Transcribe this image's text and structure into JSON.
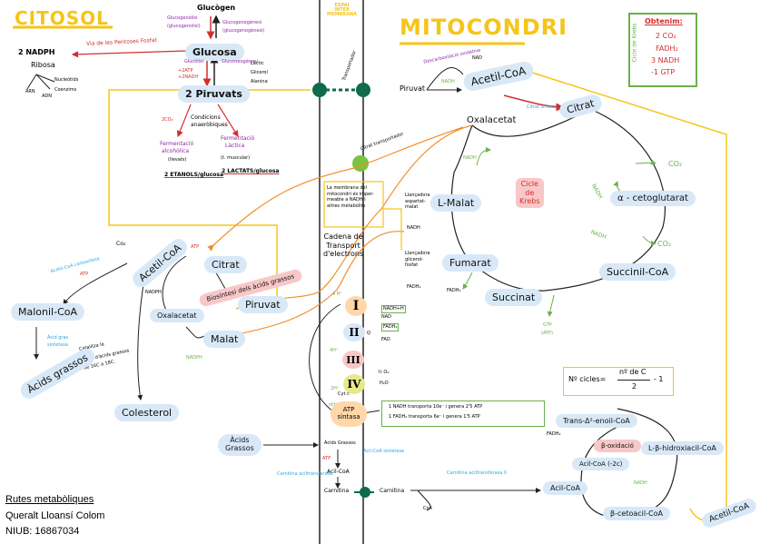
{
  "titles": {
    "citosol": "CITOSOL",
    "mitocondri": "MITOCONDRI"
  },
  "membrane": {
    "espai_line1": "ESPAI",
    "espai_line2": "INTER",
    "espai_line3": "MEMBRANA"
  },
  "citosol": {
    "glucogen": "Glucògen",
    "glucogenolisi": "Glucogenòlisi",
    "glucogenolisi_sub": "(glucogenolisi)",
    "glucogenogenesi": "Glucogenogènesi",
    "glucogenogenesi_sub": "(glucogenogènesi)",
    "glucosa": "Glucosa",
    "nadph_label": "2 NADPH",
    "ribosa": "Ribosa",
    "via_pentoses": "Via de les Pentoses Fosfat",
    "nucleotids": "Nucleòtids",
    "coenzims": "Coenzims",
    "arn": "ARN",
    "adn": "ADN",
    "glucolisi": "Glucòlisi",
    "gluconeogenesi": "Gluconeogènesi",
    "lactic": "Làctic",
    "glicerol": "Glicerol",
    "alanina": "Alanina",
    "glucolisi_atp": "+2ATP",
    "glucolisi_nadh": "+2NADH",
    "piruvats": "2 Piruvats",
    "condicions": "Condicions",
    "anaerobiques": "anaeròbiques",
    "co2": "2CO₂",
    "fermentacio_alc": "Fermentació",
    "fermentacio_alc2": "alcohòlica",
    "llevats": "(llevats)",
    "fermentacio_lac": "Fermentació",
    "fermentacio_lac2": "Làctica",
    "musculs": "(t. muscular)",
    "etanols": "2 ETANOLS/glucosa",
    "lactats": "2 LACTATS/glucosa",
    "acetil_coa": "Acetil-CoA",
    "co2_small": "Co₂",
    "acetil_carboxilasa": "Acetil-CoA carboxilasa",
    "atp": "ATP",
    "malonil": "Malonil-CoA",
    "nadph": "NADPH",
    "citrat": "Citrat",
    "biosintesi": "Biosíntesi dels àcids grassos",
    "oxalacetat": "Oxalacetat",
    "piruvat": "Piruvat",
    "malat": "Malat",
    "nadph2": "NADPH",
    "acid_gras_sint": "Àcid gras",
    "acid_gras_sint2": "sintetasa",
    "catalitza1": "Catalitza la",
    "catalitza2": "síntesi d'àcids grassos",
    "catalitza3": "de 16C a 18C.",
    "acids_grassos": "Àcids grassos",
    "colesterol": "Colesterol",
    "acids_grassos_left": "Àcids",
    "acids_grassos_left2": "Grassos"
  },
  "transport": {
    "piruvat_in": "Piruvat",
    "carrier": "Transportador",
    "citrat_carrier": "Citrat transportador",
    "membrane_note1": "La membrana del",
    "membrane_note2": "mitocondri és imper-",
    "membrane_note3": "meable a NADH i",
    "membrane_note4": "altres metabòlits",
    "lanadora1": "Llançadora",
    "lanadora2": "aspartat-",
    "lanadora3": "malat",
    "nadh_box": "NADH",
    "lanadora4": "Llançadora",
    "lanadora5": "glicerol-",
    "lanadora6": "fosfat",
    "fadh_box": "FADH₂",
    "cadena1": "Cadena de",
    "cadena2": "Transport",
    "cadena3": "d'electrons"
  },
  "etc": {
    "h_labels": [
      "4 H⁺",
      "4H⁺",
      "2H⁺",
      "nH⁺"
    ],
    "complexes": [
      "I",
      "II",
      "III",
      "IV"
    ],
    "nadh_h": "NADH+H",
    "nad": "NAD",
    "fadh2": "FADH₂",
    "fad": "FAD",
    "q": "Q",
    "cyt": "Cyt c",
    "o2": "½ O₂",
    "h2o": "H₂O",
    "atp_sint1": "ATP",
    "atp_sint2": "sintasa",
    "yield1": "1 NADH transporta 10e⁻ i genera 2'5 ATP",
    "yield2": "1 FADH₂ transporta 6e⁻ i genera 1'5 ATP"
  },
  "mito": {
    "descarboxilacio": "Descarboxilació oxidativa",
    "nad": "NAD",
    "nadh": "NADH",
    "acetil_coa": "Acetil-CoA",
    "citrat_sintasa": "Citrat sintasa",
    "citrat": "Citrat",
    "oxalacetat": "Oxalacetat",
    "nadh1": "NADH",
    "cicle1": "Cicle",
    "cicle2": "de",
    "cicle3": "Krebs",
    "co2_1": "CO₂",
    "nadh2": "NADH",
    "alfa": "α - cetoglutarat",
    "nadh3": "NADH",
    "co2_2": "CO₂",
    "l_malat": "L-Malat",
    "fumarat": "Fumarat",
    "succinil": "Succinil-CoA",
    "fadh2": "FADH₂",
    "succinat": "Succinat",
    "gtp": "GTP",
    "gtp_atp": "(ATP)"
  },
  "obtenim": {
    "side": "Cicle de Krebs",
    "title": "Obtenim:",
    "l1": "2 CO₂",
    "l2": "FADH₂",
    "l3": "3 NADH",
    "l4": "-1 GTP"
  },
  "beta": {
    "formula_lhs": "Nº cicles=",
    "formula_num": "nº de C",
    "formula_den": "2",
    "formula_rhs": "- 1",
    "acids_grassos": "Àcids Grassos",
    "atp": "ATP",
    "acil_coa_sint": "Acil-CoA sintetasa",
    "acil_coa": "Acil-CoA",
    "carnitina": "Carnitina",
    "carnitina2": "Carnitina",
    "acil_transferasa1": "Carnitina aciltransferasa",
    "acil_transferasa2": "Carnitina aciltransferasa II",
    "coa": "CoA",
    "acil_coa_mito": "Acil-CoA",
    "trans": "Trans-Δ²-enoil-CoA",
    "beta_ox": "β-oxidació",
    "acil_coa_2c": "Acil-CoA (-2c)",
    "hidroxi": "L-β-hidroxiacil-CoA",
    "nadh": "NADH",
    "fadh": "FADH₂",
    "cetoacil": "β-cetoacil-CoA",
    "acetil_coa": "Acetil-CoA"
  },
  "footer": {
    "title": "Rutes metabòliques",
    "author": "Queralt Lloansí Colom",
    "niub": "NIUB: 16867034"
  },
  "colors": {
    "yellow": "#f5c518",
    "green": "#6ab04c",
    "teal": "#0f6b4a",
    "orange": "#f28c28",
    "purple": "#8e24aa",
    "red": "#d32f2f",
    "blue": "#29a8e0"
  }
}
